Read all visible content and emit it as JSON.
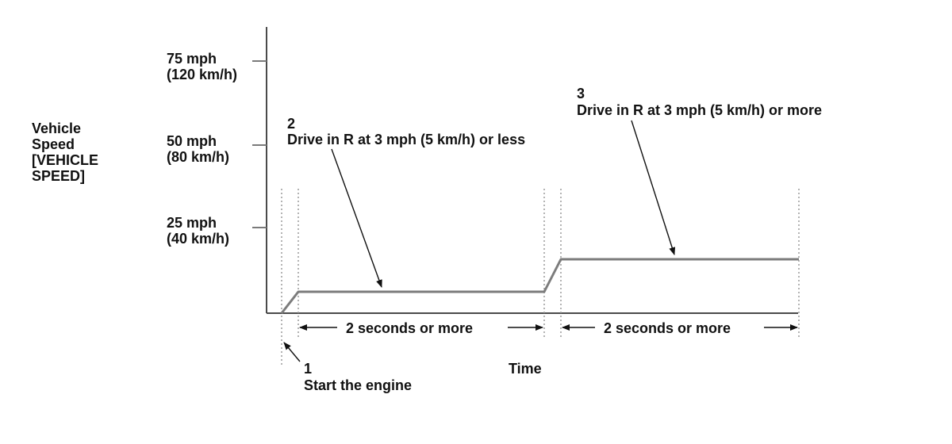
{
  "y_axis_label": [
    "Vehicle",
    "Speed",
    "[VEHICLE",
    "SPEED]"
  ],
  "y_ticks": [
    {
      "mph": "75 mph",
      "kmh": "(120 km/h)"
    },
    {
      "mph": "50 mph",
      "kmh": "(80 km/h)"
    },
    {
      "mph": "25 mph",
      "kmh": "(40 km/h)"
    }
  ],
  "x_axis_label": "Time",
  "steps": [
    {
      "number": "1",
      "text": "Start the engine"
    },
    {
      "number": "2",
      "text": "Drive in R at 3 mph (5 km/h) or less"
    },
    {
      "number": "3",
      "text": "Drive in R at 3 mph (5 km/h) or more"
    }
  ],
  "intervals": [
    {
      "text": "2 seconds or more"
    },
    {
      "text": "2 seconds or more"
    }
  ]
}
